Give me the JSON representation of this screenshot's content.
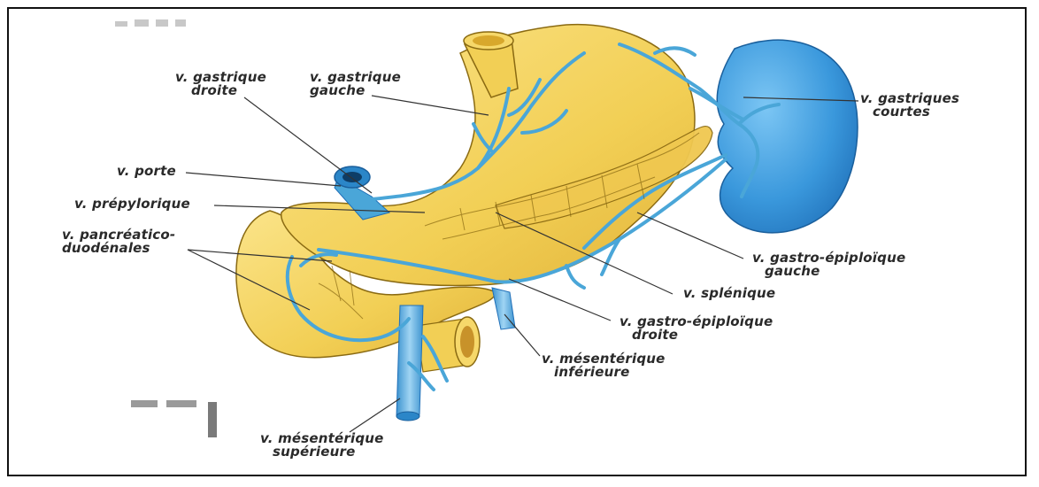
{
  "labels": {
    "gastrique_droite": [
      "v. gastrique",
      "droite"
    ],
    "gastrique_gauche": [
      "v. gastrique",
      "gauche"
    ],
    "gastriques_courtes": [
      "v. gastriques",
      "courtes"
    ],
    "porte": [
      "v. porte"
    ],
    "prepylorique": [
      "v. prépylorique"
    ],
    "pancreatico_duodenales": [
      "v. pancréatico-",
      "duodénales"
    ],
    "gastro_epiploique_gauche": [
      "v. gastro-épiploïque",
      "gauche"
    ],
    "splenique": [
      "v. splénique"
    ],
    "gastro_epiploique_droite": [
      "v. gastro-épiploïque",
      "droite"
    ],
    "mesenterique_inferieure": [
      "v. mésentérique",
      "inférieure"
    ],
    "mesenterique_superieure": [
      "v. mésentérique",
      "supérieure"
    ]
  },
  "colors": {
    "organ_fill": "#f2cf55",
    "organ_outline": "#8a6a12",
    "vein": "#4aa6d8",
    "spleen": "#2f8fd8",
    "leader_line": "#333333"
  }
}
